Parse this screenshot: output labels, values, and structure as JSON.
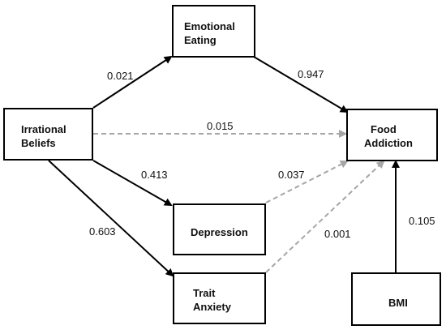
{
  "nodes": {
    "emotional_eating": [
      "Emotional",
      "Eating"
    ],
    "irrational_beliefs": [
      "Irrational",
      "Beliefs"
    ],
    "food_addiction": [
      "Food",
      "Addiction"
    ],
    "depression": [
      "Depression"
    ],
    "trait_anxiety": [
      "Trait",
      "Anxiety"
    ],
    "bmi": [
      "BMI"
    ]
  },
  "coefficients": {
    "ib_to_ee": "0.021",
    "ee_to_fa": "0.947",
    "ib_to_fa": "0.015",
    "ib_to_dep": "0.413",
    "dep_to_fa": "0.037",
    "ib_to_ta": "0.603",
    "ta_to_fa": "0.001",
    "bmi_to_fa": "0.105"
  },
  "colors": {
    "significant_path": "#000000",
    "nonsignificant_path": "#a6a6a6"
  }
}
